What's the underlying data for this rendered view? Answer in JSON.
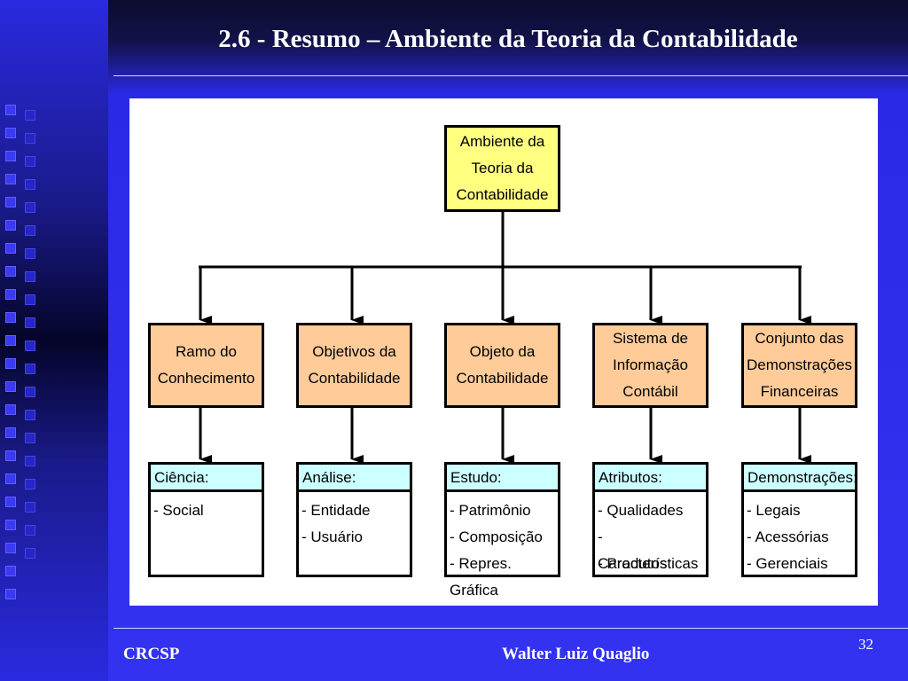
{
  "slide": {
    "title": "2.6 - Resumo – Ambiente da Teoria da Contabilidade",
    "footer_left": "CRCSP",
    "footer_center": "Walter Luiz Quaglio",
    "page_number": "32"
  },
  "diagram": {
    "root": {
      "label": "Ambiente da\nTeoria da\nContabilidade"
    },
    "branches": [
      {
        "label": "Ramo  do\nConhecimento",
        "detail_title": "Ciência:",
        "detail_items": [
          "- Social"
        ]
      },
      {
        "label": "Objetivos da\nContabilidade",
        "detail_title": "Análise:",
        "detail_items": [
          "- Entidade",
          "- Usuário"
        ]
      },
      {
        "label": "Objeto da\nContabilidade",
        "detail_title": "Estudo:",
        "detail_items": [
          "- Patrimônio",
          "- Composição",
          "- Repres. Gráfica"
        ]
      },
      {
        "label": "Sistema de\nInformação\nContábil",
        "detail_title": "Atributos:",
        "detail_items": [
          "- Qualidades",
          "- Características",
          "- Produtos"
        ]
      },
      {
        "label": "Conjunto das\nDemonstrações\nFinanceiras",
        "detail_title": "Demonstrações:",
        "detail_items": [
          "- Legais",
          "- Acessórias",
          "- Gerenciais"
        ]
      }
    ]
  },
  "colors": {
    "root_fill": "#ffff80",
    "branch_fill": "#ffcc99",
    "detail_header_fill": "#ccffff",
    "slide_background": "#2f2fe6"
  }
}
